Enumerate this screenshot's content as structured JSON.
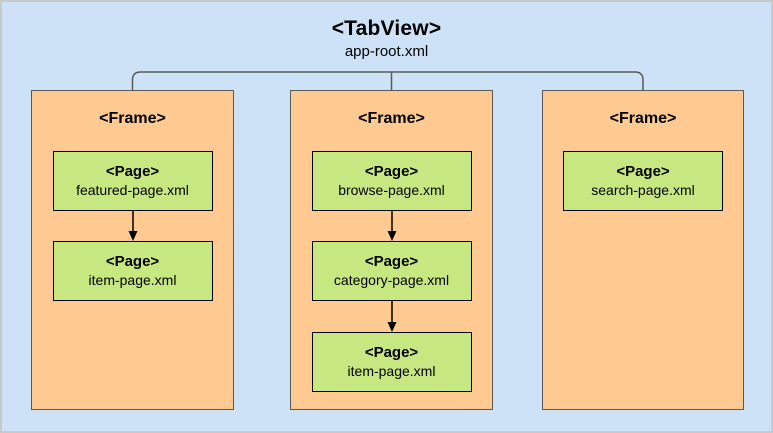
{
  "diagram": {
    "root": {
      "tag": "<TabView>",
      "file": "app-root.xml"
    },
    "frames": [
      {
        "tag": "<Frame>",
        "pages": [
          {
            "tag": "<Page>",
            "file": "featured-page.xml"
          },
          {
            "tag": "<Page>",
            "file": "item-page.xml"
          }
        ]
      },
      {
        "tag": "<Frame>",
        "pages": [
          {
            "tag": "<Page>",
            "file": "browse-page.xml"
          },
          {
            "tag": "<Page>",
            "file": "category-page.xml"
          },
          {
            "tag": "<Page>",
            "file": "item-page.xml"
          }
        ]
      },
      {
        "tag": "<Frame>",
        "pages": [
          {
            "tag": "<Page>",
            "file": "search-page.xml"
          }
        ]
      }
    ],
    "colors": {
      "background": "#cee2f7",
      "outer_border": "#c9c9c9",
      "frame_fill": "#ffc992",
      "frame_border": "#595959",
      "page_fill": "#c7e781",
      "page_border": "#000000",
      "connector": "#595959",
      "arrow": "#000000"
    }
  }
}
